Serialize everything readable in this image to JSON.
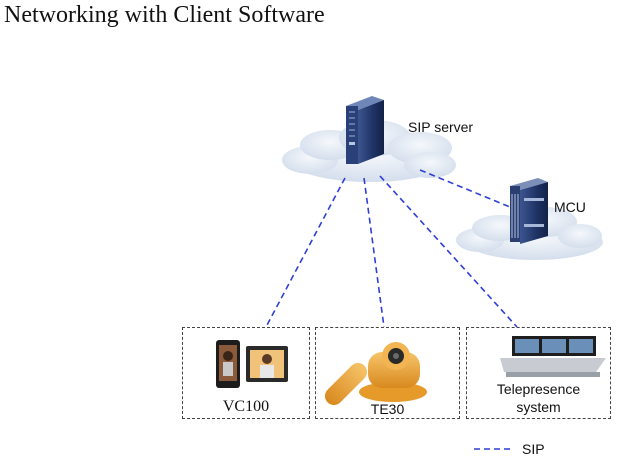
{
  "title": "Networking with Client Software",
  "nodes": {
    "sip_server": "SIP server",
    "mcu": "MCU",
    "vc100": "VC100",
    "te30": "TE30",
    "telepresence_line1": "Telepresence",
    "telepresence_line2": "system"
  },
  "legend": {
    "sip": "SIP"
  },
  "colors": {
    "link": "#2f3fd6",
    "cloud": "#e4ebf5",
    "server": "#233a6e"
  }
}
